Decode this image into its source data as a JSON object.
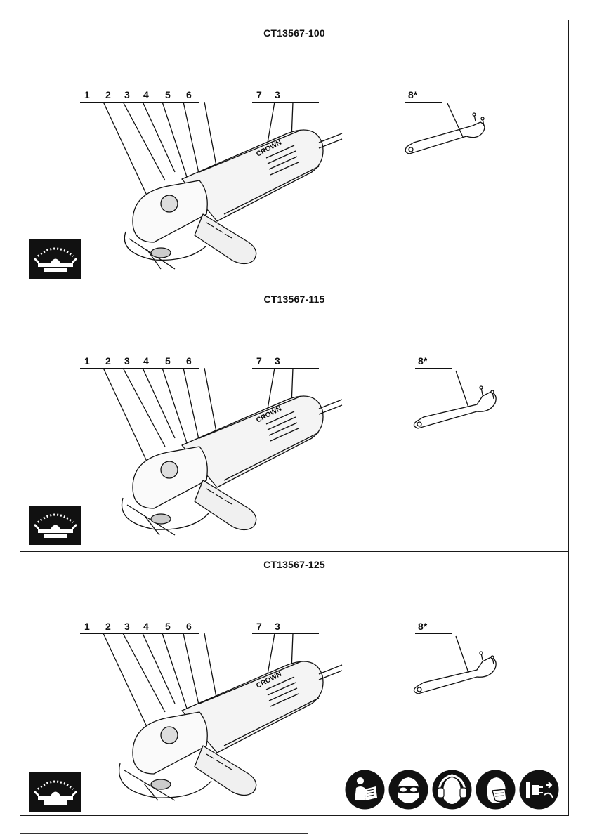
{
  "panels": [
    {
      "model": "CT13567-100",
      "callouts": [
        "1",
        "2",
        "3",
        "4",
        "5",
        "6",
        "7",
        "3"
      ],
      "key_callout": "8*",
      "brand_on_tool": "CROWN"
    },
    {
      "model": "CT13567-115",
      "callouts": [
        "1",
        "2",
        "3",
        "4",
        "5",
        "6",
        "7",
        "3"
      ],
      "key_callout": "8*",
      "brand_on_tool": "CROWN"
    },
    {
      "model": "CT13567-125",
      "callouts": [
        "1",
        "2",
        "3",
        "4",
        "5",
        "6",
        "7",
        "3"
      ],
      "key_callout": "8*",
      "brand_on_tool": "CROWN"
    }
  ],
  "icons": {
    "disc": "variable-speed-disc-icon",
    "ppe": [
      "read-manual-icon",
      "eye-protection-icon",
      "ear-protection-icon",
      "dust-mask-icon",
      "unplug-before-service-icon"
    ]
  },
  "colors": {
    "ink": "#111111",
    "background": "#ffffff"
  }
}
